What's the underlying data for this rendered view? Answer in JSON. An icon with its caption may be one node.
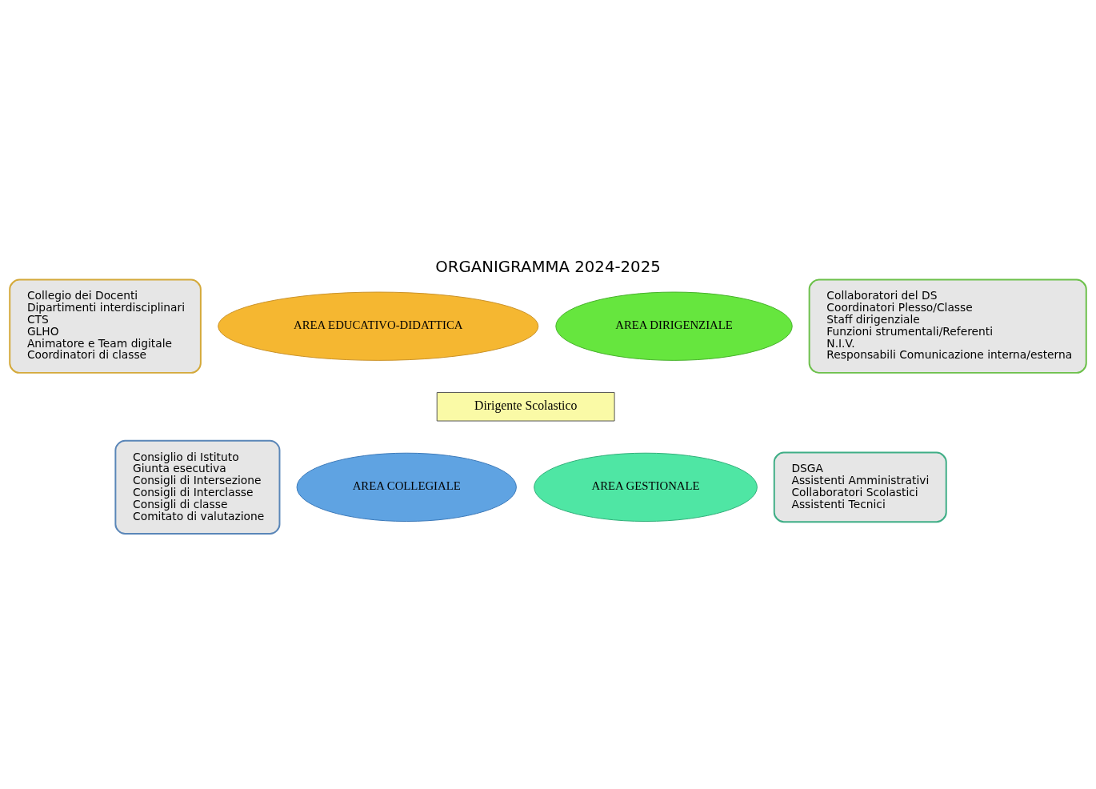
{
  "diagram": {
    "title": "ORGANIGRAMMA 2024-2025",
    "nodes": [
      {
        "text": [
          "Collegio dei Docenti",
          "Dipartimenti interdisciplinari",
          "CTS",
          "GLHO",
          "Animatore e Team digitale",
          "Coordinatori di classe"
        ]
      },
      {
        "text": [
          "Collaboratori del DS",
          "Coordinatori Plesso/Classe",
          "Staff dirigenziale",
          "Funzioni strumentali/Referenti",
          "N.I.V.",
          "Responsabili Comunicazione interna/esterna"
        ]
      },
      {
        "text": [
          "AREA EDUCATIVO-DIDATTICA"
        ]
      },
      {
        "text": [
          "AREA DIRIGENZIALE"
        ]
      },
      {
        "text": [
          "Dirigente Scolastico"
        ]
      },
      {
        "text": [
          "AREA COLLEGIALE"
        ]
      },
      {
        "text": [
          "AREA GESTIONALE"
        ]
      },
      {
        "text": [
          "Consiglio di Istituto",
          "Giunta esecutiva",
          "Consigli di Intersezione",
          "Consigli di Interclasse",
          "Consigli di classe",
          "Comitato di valutazione"
        ]
      },
      {
        "text": [
          "DSGA",
          "Assistenti Amministrativi",
          "Collaboratori Scolastici",
          "Assistenti Tecnici"
        ]
      }
    ]
  }
}
